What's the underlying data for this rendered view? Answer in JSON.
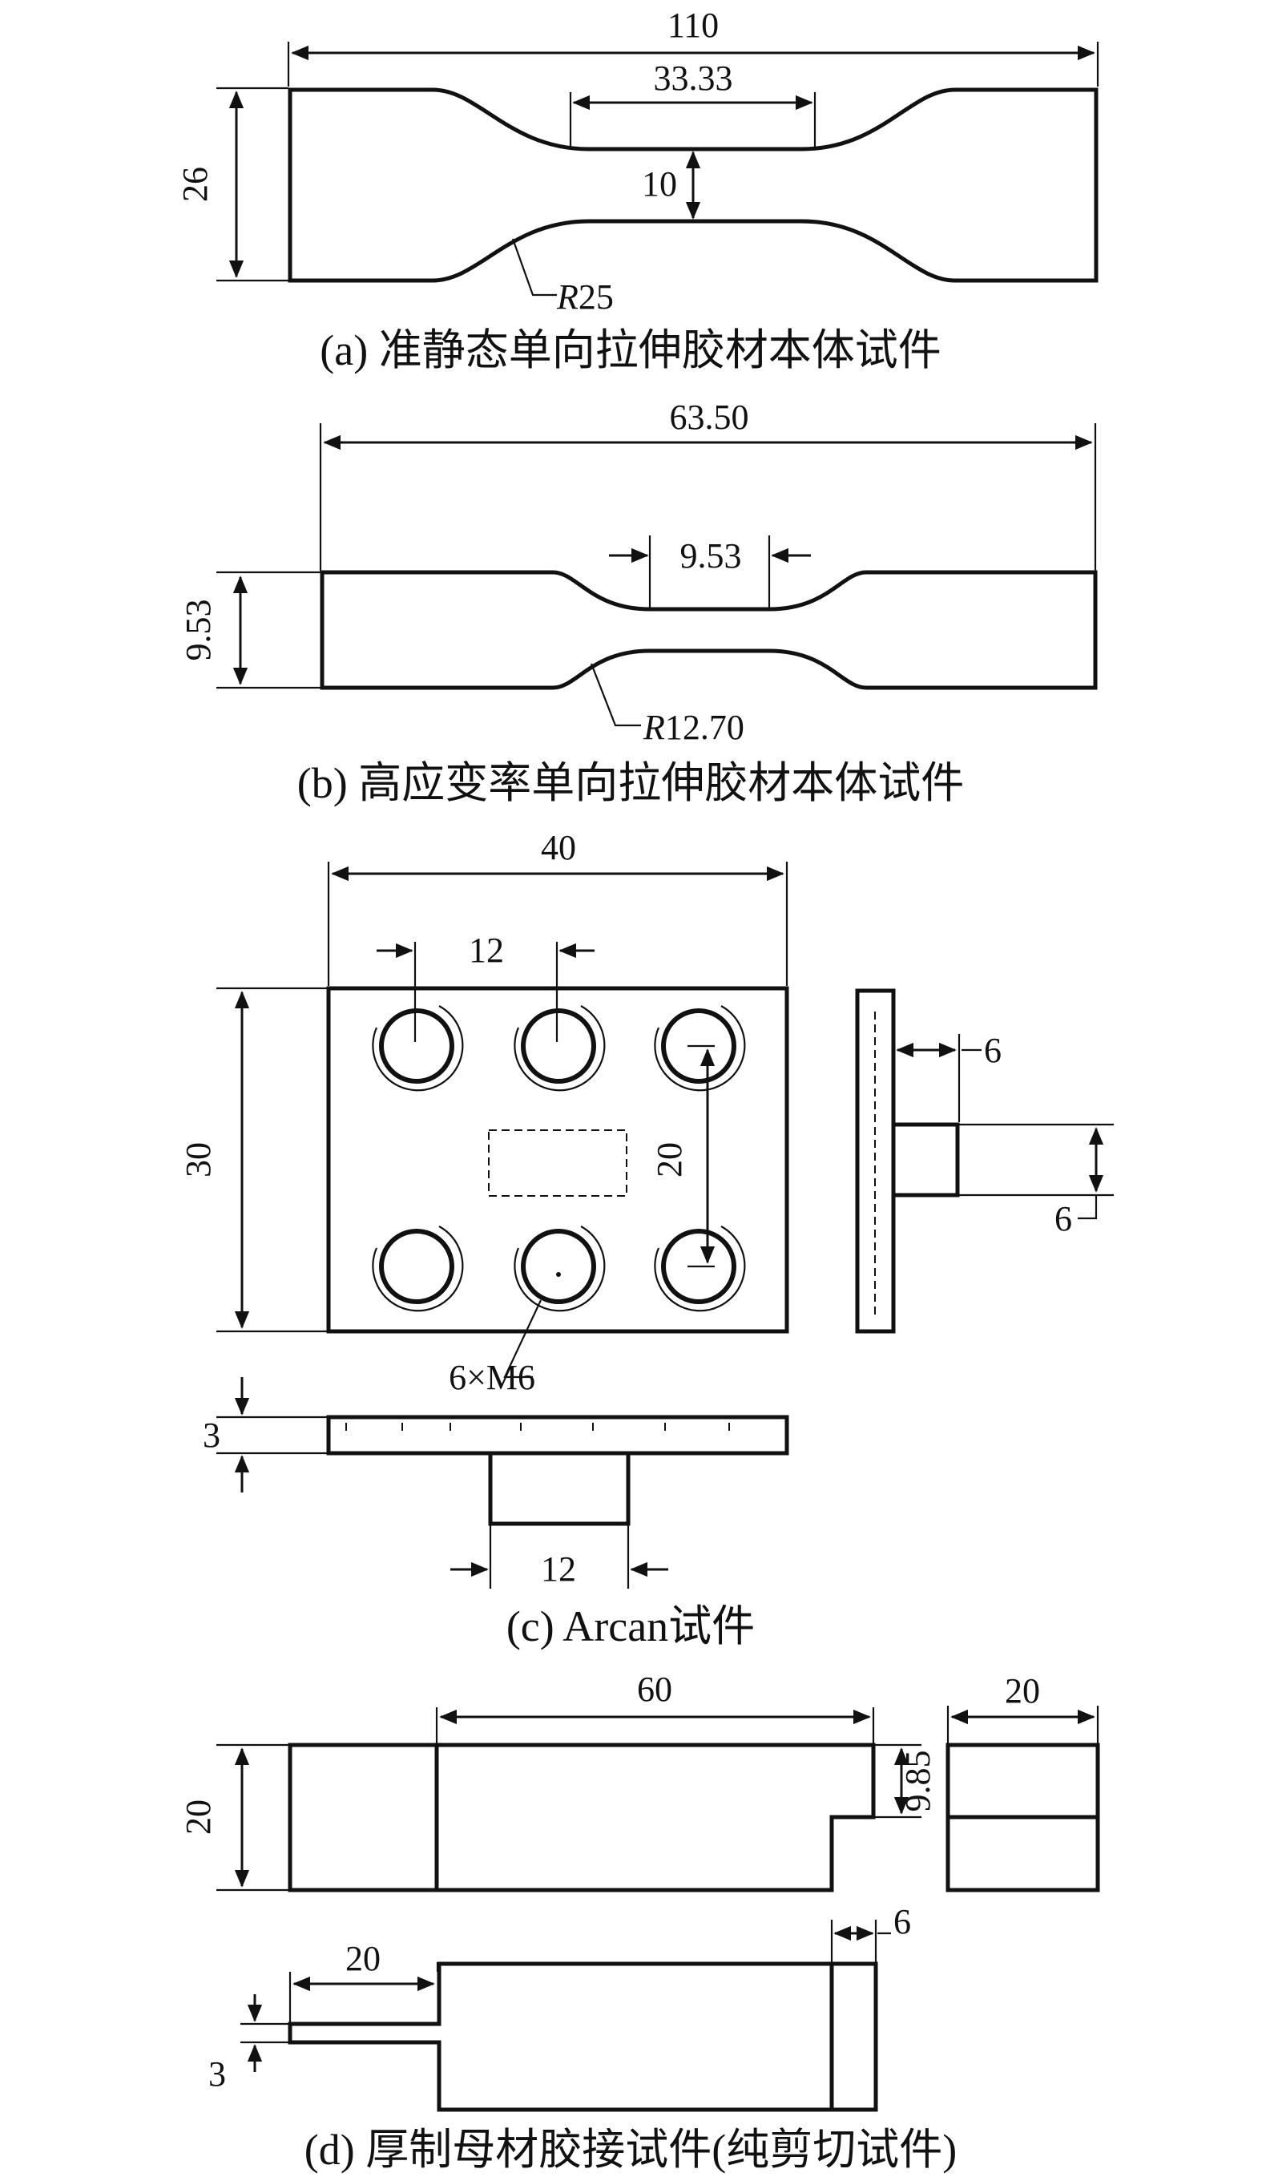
{
  "parts": {
    "a": {
      "caption": "(a) 准静态单向拉伸胶材本体试件",
      "dims": {
        "length": "110",
        "gauge_length": "33.33",
        "height": "26",
        "gauge_width": "10",
        "radius_letter": "R",
        "radius_value": "25"
      }
    },
    "b": {
      "caption": "(b) 高应变率单向拉伸胶材本体试件",
      "dims": {
        "length": "63.50",
        "gauge_length": "9.53",
        "height": "9.53",
        "radius_letter": "R",
        "radius_value": "12.70"
      }
    },
    "c": {
      "caption": "(c) Arcan试件",
      "dims": {
        "width": "40",
        "hole_spacing_h": "12",
        "height": "30",
        "hole_spacing_v": "20",
        "holes": "6×M6",
        "plate_thickness": "3",
        "boss_width": "12",
        "side_offset": "6",
        "side_boss": "6"
      }
    },
    "d": {
      "caption": "(d) 厚制母材胶接试件(纯剪切试件)",
      "dims": {
        "length": "60",
        "height": "20",
        "step": "9.85",
        "end_width": "20",
        "overlap": "20",
        "thickness": "3",
        "tab": "6"
      }
    }
  }
}
